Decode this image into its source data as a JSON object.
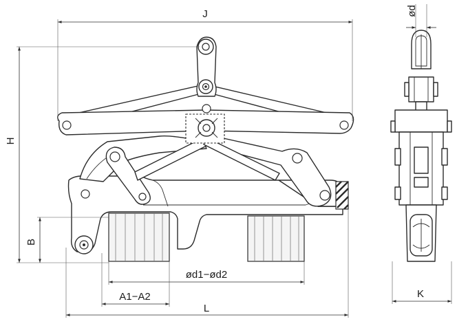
{
  "dimensions": {
    "J": "J",
    "H": "H",
    "B": "B",
    "d": "ød",
    "d1_d2": "ød1−ød2",
    "A1_A2": "A1−A2",
    "L": "L",
    "K": "K"
  }
}
